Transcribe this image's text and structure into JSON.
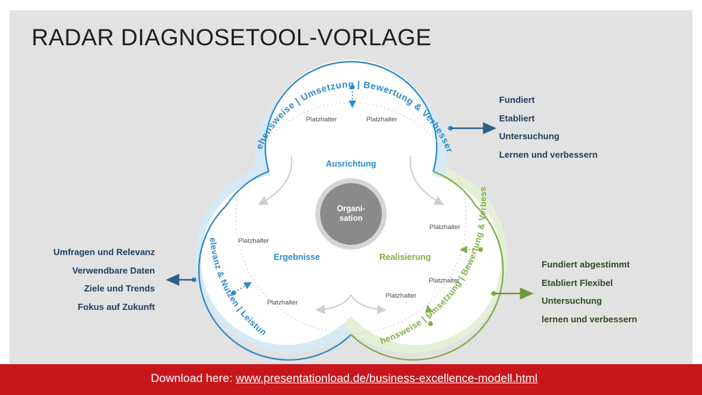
{
  "slide": {
    "title": "RADAR DIAGNOSETOOL-VORLAGE"
  },
  "diagram": {
    "center_label_line1": "Organi-",
    "center_label_line2": "sation",
    "section_labels": {
      "top": "Ausrichtung",
      "left": "Ergebnisse",
      "right": "Realisierung"
    },
    "placeholder": "Platzhalter",
    "arc_labels": {
      "blue_top": "Vorgehensweise | Umsetzung | Bewertung & Verbesserung",
      "left": "Relevanz & Nutzen | Leistung",
      "green_bottom": "Vorgehensweise | Umsetzung | Bewertung & Verbesserung"
    },
    "colors": {
      "blue": "#2d8bc9",
      "light_blue": "#d6eaf6",
      "green": "#7fae48",
      "light_green": "#e4efd5",
      "gray_center": "#8a8a8a"
    }
  },
  "lists": {
    "top_right": [
      "Fundiert",
      "Etabliert",
      "Untersuchung",
      "Lernen und verbessern"
    ],
    "left": [
      "Umfragen und Relevanz",
      "Verwendbare Daten",
      "Ziele und Trends",
      "Fokus auf Zukunft"
    ],
    "bottom_right": [
      "Fundiert abgestimmt",
      "Etabliert Flexibel",
      "Untersuchung",
      "lernen und verbessern"
    ]
  },
  "footer": {
    "prefix": "Download here: ",
    "link": "www.presentationload.de/business-excellence-modell.html",
    "color": "#c8161d"
  }
}
